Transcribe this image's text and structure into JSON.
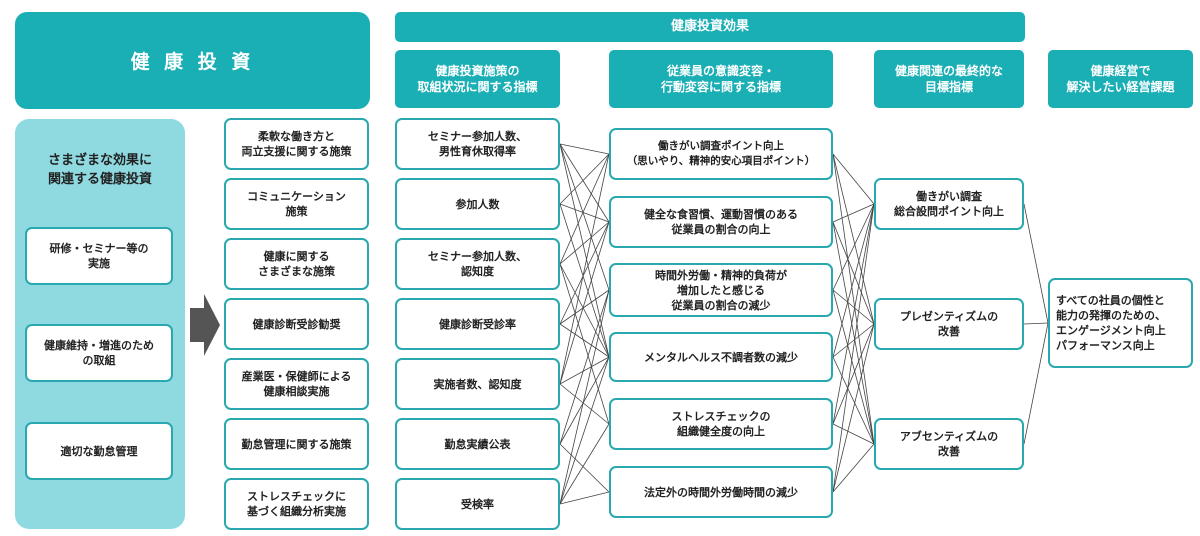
{
  "title_left": "健 康 投 資",
  "effect_header": "健康投資効果",
  "column_headers": [
    "健康投資施策の\n取組状況に関する指標",
    "従業員の意識変容・\n行動変容に関する指標",
    "健康関連の最終的な\n目標指標",
    "健康経営で\n解決したい経営課題"
  ],
  "left_panel": {
    "title": "さまざまな効果に\n関連する健康投資",
    "items": [
      "研修・セミナー等の\n実施",
      "健康維持・増進のため\nの取組",
      "適切な勤怠管理"
    ]
  },
  "measures": [
    "柔軟な働き方と\n両立支援に関する施策",
    "コミュニケーション\n施策",
    "健康に関する\nさまざまな施策",
    "健康診断受診勧奨",
    "産業医・保健師による\n健康相談実施",
    "勤怠管理に関する施策",
    "ストレスチェックに\n基づく組織分析実施"
  ],
  "indicators": [
    "セミナー参加人数、\n男性育休取得率",
    "参加人数",
    "セミナー参加人数、\n認知度",
    "健康診断受診率",
    "実施者数、認知度",
    "勤怠実績公表",
    "受検率"
  ],
  "behavior": [
    "働きがい調査ポイント向上\n（思いやり、精神的安心項目ポイント）",
    "健全な食習慣、運動習慣のある\n従業員の割合の向上",
    "時間外労働・精神的負荷が\n増加したと感じる\n従業員の割合の減少",
    "メンタルヘルス不調者数の減少",
    "ストレスチェックの\n組織健全度の向上",
    "法定外の時間外労働時間の減少"
  ],
  "goals": [
    "働きがい調査\n総合設問ポイント向上",
    "プレゼンティズムの\n改善",
    "アブセンティズムの\n改善"
  ],
  "issue": "すべての社員の個性と\n能力の発揮のための、\nエンゲージメント向上\nパフォーマンス向上",
  "connections_indicator_to_behavior": [
    [
      0,
      0
    ],
    [
      0,
      1
    ],
    [
      0,
      2
    ],
    [
      0,
      3
    ],
    [
      1,
      0
    ],
    [
      1,
      1
    ],
    [
      1,
      3
    ],
    [
      2,
      0
    ],
    [
      2,
      1
    ],
    [
      2,
      3
    ],
    [
      2,
      4
    ],
    [
      3,
      1
    ],
    [
      3,
      2
    ],
    [
      3,
      3
    ],
    [
      4,
      0
    ],
    [
      4,
      1
    ],
    [
      4,
      3
    ],
    [
      4,
      4
    ],
    [
      5,
      2
    ],
    [
      5,
      3
    ],
    [
      5,
      5
    ],
    [
      6,
      2
    ],
    [
      6,
      3
    ],
    [
      6,
      4
    ],
    [
      6,
      5
    ]
  ],
  "connections_behavior_to_goal": [
    [
      0,
      0
    ],
    [
      0,
      1
    ],
    [
      0,
      2
    ],
    [
      1,
      0
    ],
    [
      1,
      1
    ],
    [
      1,
      2
    ],
    [
      2,
      0
    ],
    [
      2,
      1
    ],
    [
      2,
      2
    ],
    [
      3,
      0
    ],
    [
      3,
      1
    ],
    [
      3,
      2
    ],
    [
      4,
      0
    ],
    [
      4,
      1
    ],
    [
      4,
      2
    ],
    [
      5,
      0
    ],
    [
      5,
      1
    ],
    [
      5,
      2
    ]
  ],
  "colors": {
    "accent": "#1aaeb5",
    "panel": "#8fd9e0",
    "border": "#2aa8b0",
    "arrow": "#555555"
  }
}
